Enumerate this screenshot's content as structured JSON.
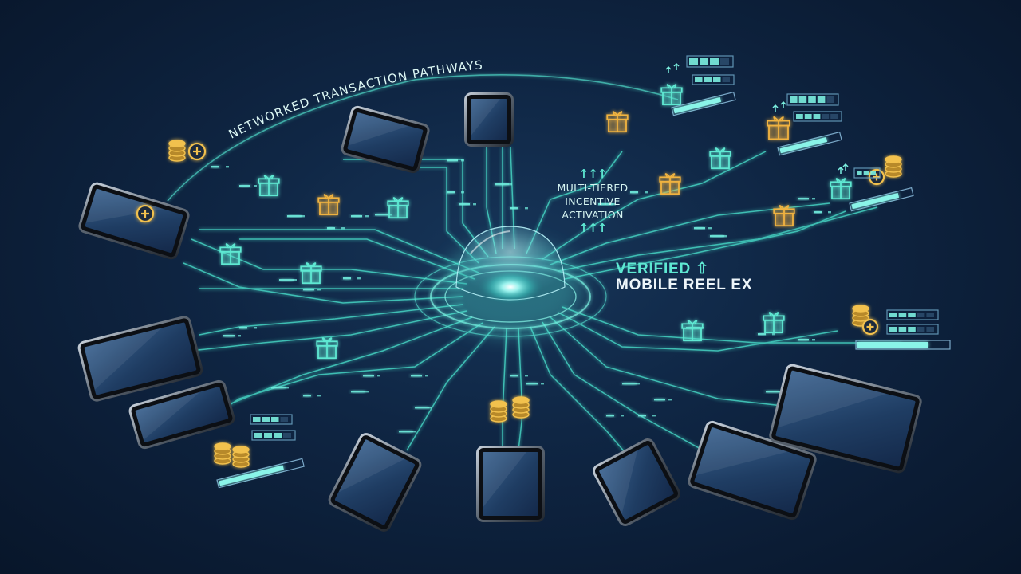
{
  "diagram": {
    "title": "Networked Transaction Pathways",
    "hub_label": {
      "line1": "Verified",
      "line2": "Mobile Reel Ex"
    },
    "incentive_label": {
      "line1": "Multi-Tiered",
      "line2": "Incentive",
      "line3": "Activation"
    },
    "nodes": [
      {
        "kind": "phone"
      },
      {
        "kind": "phone"
      },
      {
        "kind": "phone"
      },
      {
        "kind": "phone"
      },
      {
        "kind": "phone"
      },
      {
        "kind": "phone"
      },
      {
        "kind": "phone"
      },
      {
        "kind": "phone"
      },
      {
        "kind": "tablet"
      },
      {
        "kind": "tablet"
      }
    ],
    "icons": {
      "gift": "gift-icon",
      "coins": "coin-stack-icon",
      "plus": "plus-circle-icon",
      "arrow_up": "arrow-up-icon",
      "progress": "progress-bar-icon"
    },
    "colors": {
      "background": "#0b1c34",
      "teal": "#5ee8d2",
      "gold": "#f2c14e",
      "gift_gold": "#f0b340",
      "hub_glow": "#7ff6ee",
      "label_white": "#eef6fa"
    }
  }
}
